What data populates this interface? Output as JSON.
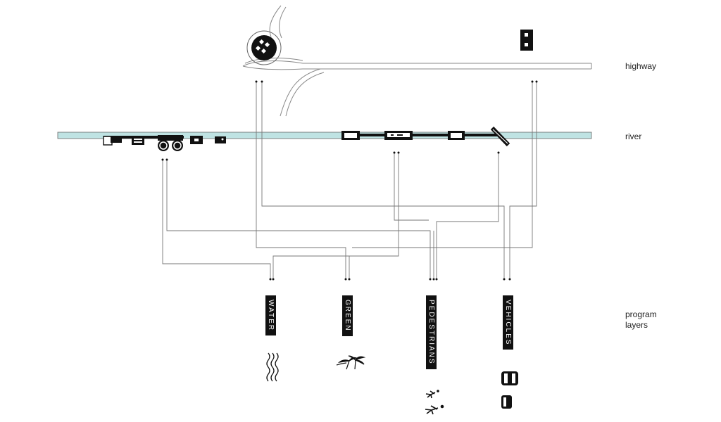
{
  "labels": {
    "highway": "highway",
    "river": "river",
    "program_line1": "program",
    "program_line2": "layers"
  },
  "layers": [
    {
      "label": "WATER",
      "icon": "waves-icon"
    },
    {
      "label": "GREEN",
      "icon": "palm-trees-icon"
    },
    {
      "label": "PEDESTRIANS",
      "icon": "walking-people-icon"
    },
    {
      "label": "VEHICLES",
      "icon": "cars-icon"
    }
  ],
  "colors": {
    "river": "#bfe3e3",
    "ink": "#111111",
    "line": "#777777"
  }
}
